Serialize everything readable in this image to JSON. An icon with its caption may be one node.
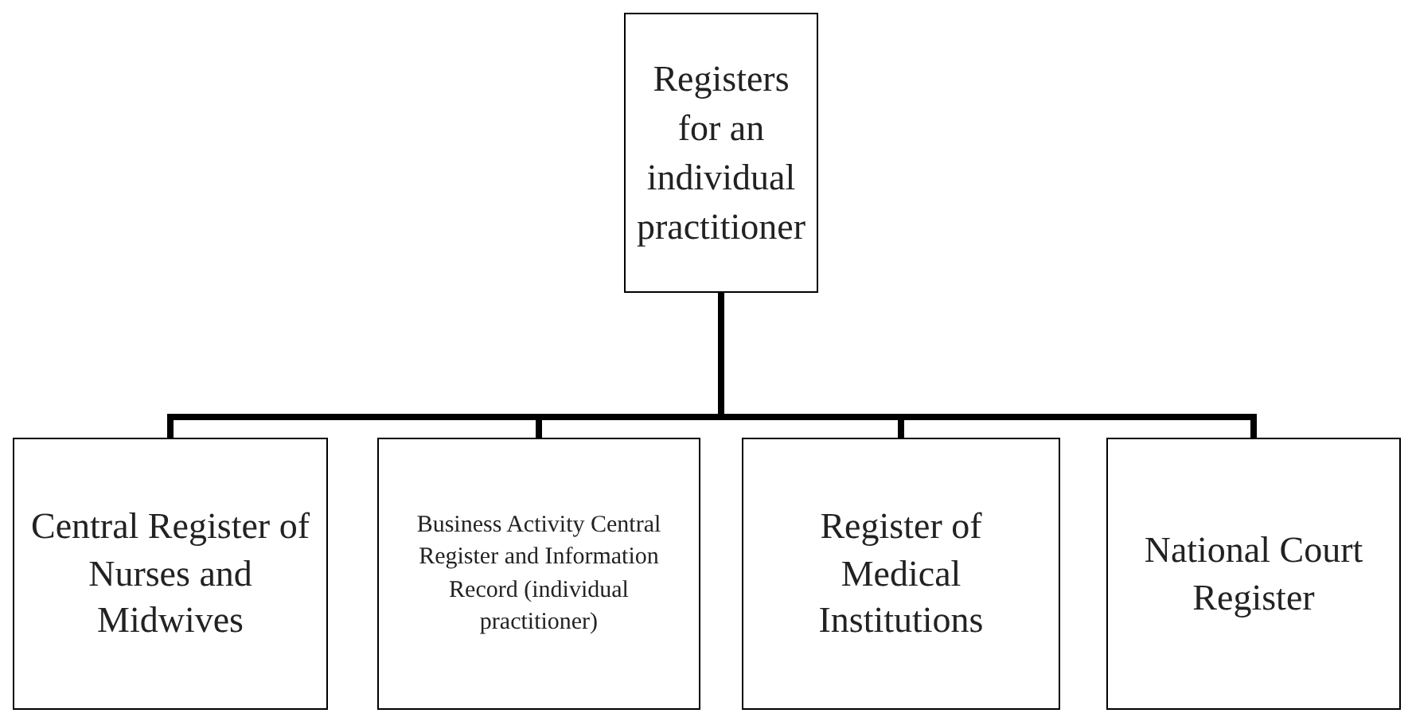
{
  "diagram": {
    "nodes": [
      {
        "text": [
          "Registers for an individual practitioner"
        ]
      },
      {
        "text": [
          "Central Register of Nurses and Midwives"
        ]
      },
      {
        "text": [
          "Business Activity Central Register and Information Record (individual practitioner)"
        ]
      },
      {
        "text": [
          "Register of Medical Institutions"
        ]
      },
      {
        "text": [
          "National Court Register"
        ]
      }
    ],
    "edges": [
      {
        "from": 0,
        "to": 1,
        "arrow": "none"
      },
      {
        "from": 0,
        "to": 2,
        "arrow": "none"
      },
      {
        "from": 0,
        "to": 3,
        "arrow": "none"
      },
      {
        "from": 0,
        "to": 4,
        "arrow": "none"
      }
    ]
  }
}
